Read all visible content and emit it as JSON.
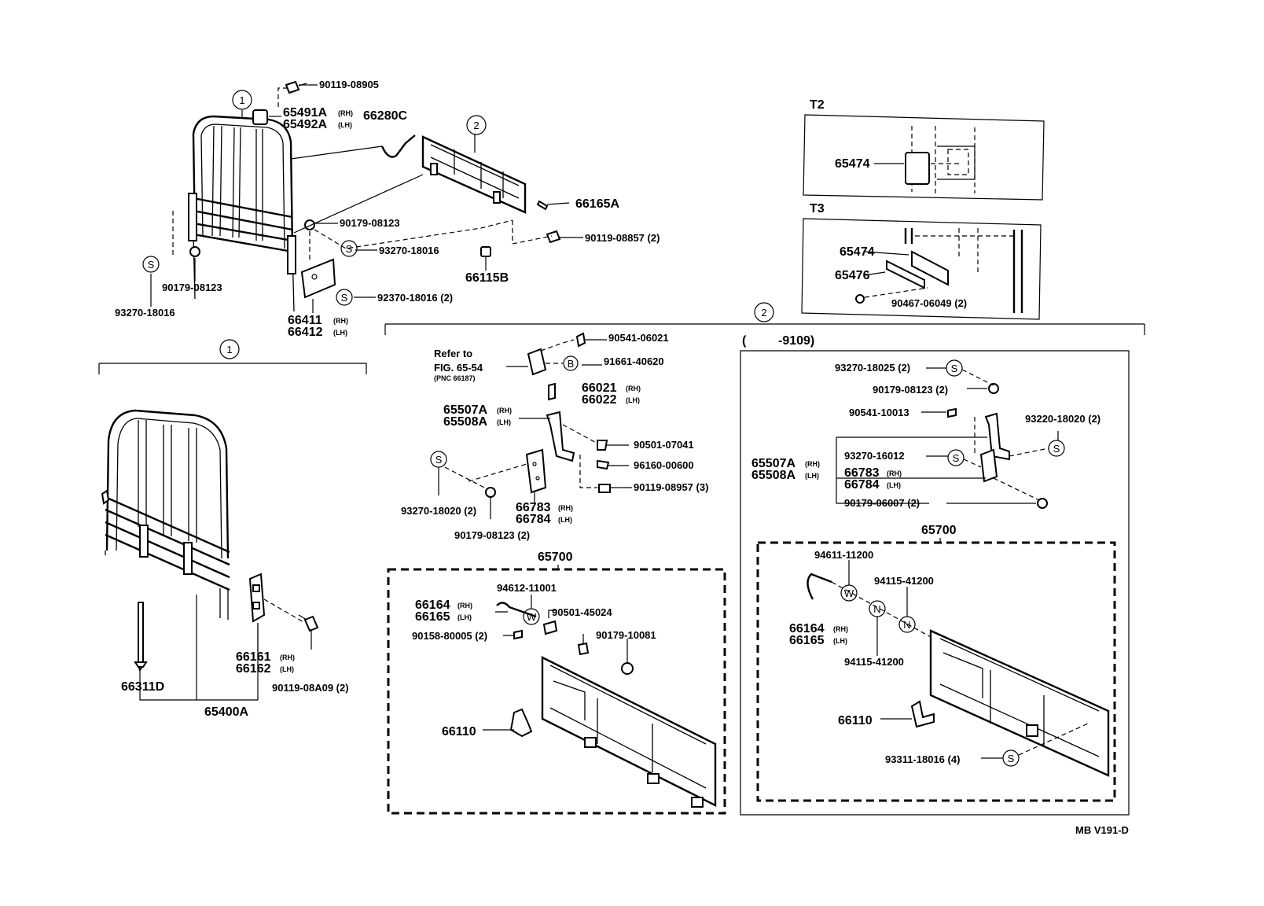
{
  "callouts": {
    "one": "1",
    "two": "2",
    "s": "S",
    "w": "W",
    "n": "N",
    "b": "B"
  },
  "top": {
    "p90119_08905": "90119-08905",
    "p65491a": "65491A",
    "p65491a_rh": "(RH)",
    "p65492a": "65492A",
    "p65492a_lh": "(LH)",
    "p66280c": "66280C",
    "p66165a": "66165A",
    "p90179_08123_a": "90179-08123",
    "p90119_08857": "90119-08857 (2)",
    "p93270_18016_a": "93270-18016",
    "p66115b": "66115B",
    "p90179_08123_b": "90179-08123",
    "p93270_18016_b": "93270-18016",
    "p92370_18016": "92370-18016 (2)",
    "p66411": "66411",
    "p66411_rh": "(RH)",
    "p66412": "66412",
    "p66412_lh": "(LH)"
  },
  "t2": {
    "label": "T2",
    "p65474": "65474"
  },
  "t3": {
    "label": "T3",
    "p65474": "65474",
    "p65476": "65476",
    "p90467": "90467-06049 (2)"
  },
  "left": {
    "p66161": "66161",
    "p66161_rh": "(RH)",
    "p66162": "66162",
    "p66162_lh": "(LH)",
    "p90119_08a09": "90119-08A09 (2)",
    "p66311d": "66311D",
    "p65400a": "65400A"
  },
  "mid": {
    "p90541_06021": "90541-06021",
    "refer1": "Refer to",
    "refer2": "FIG. 65-54",
    "refer3": "(PNC 66187)",
    "p91661_40620": "91661-40620",
    "p66021": "66021",
    "p66021_rh": "(RH)",
    "p66022": "66022",
    "p66022_lh": "(LH)",
    "p65507a": "65507A",
    "p65507a_rh": "(RH)",
    "p65508a": "65508A",
    "p65508a_lh": "(LH)",
    "p90501_07041": "90501-07041",
    "p96160_00600": "96160-00600",
    "p90119_08957": "90119-08957 (3)",
    "p66783": "66783",
    "p66783_rh": "(RH)",
    "p66784": "66784",
    "p66784_lh": "(LH)",
    "p93270_18020": "93270-18020 (2)",
    "p90179_08123": "90179-08123 (2)",
    "p65700": "65700",
    "p94612_11001": "94612-11001",
    "p66164": "66164",
    "p66164_rh": "(RH)",
    "p66165": "66165",
    "p66165_lh": "(LH)",
    "p90501_45024": "90501-45024",
    "p90158_80005": "90158-80005 (2)",
    "p90179_10081": "90179-10081",
    "p66110": "66110"
  },
  "right": {
    "range_open": "(",
    "range": "-9109)",
    "p93270_18025": "93270-18025 (2)",
    "p90179_08123": "90179-08123 (2)",
    "p90541_10013": "90541-10013",
    "p93220_18020": "93220-18020 (2)",
    "p65507a": "65507A",
    "p65507a_rh": "(RH)",
    "p65508a": "65508A",
    "p65508a_lh": "(LH)",
    "p93270_16012": "93270-16012",
    "p66783": "66783",
    "p66783_rh": "(RH)",
    "p66784": "66784",
    "p66784_lh": "(LH)",
    "p90179_06007": "90179-06007 (2)",
    "p65700": "65700",
    "p94611_11200": "94611-11200",
    "p94115_41200_a": "94115-41200",
    "p66164": "66164",
    "p66164_rh": "(RH)",
    "p66165": "66165",
    "p66165_lh": "(LH)",
    "p94115_41200_b": "94115-41200",
    "p66110": "66110",
    "p93311_18016": "93311-18016 (4)"
  },
  "footer": {
    "code": "MB V191-D"
  }
}
